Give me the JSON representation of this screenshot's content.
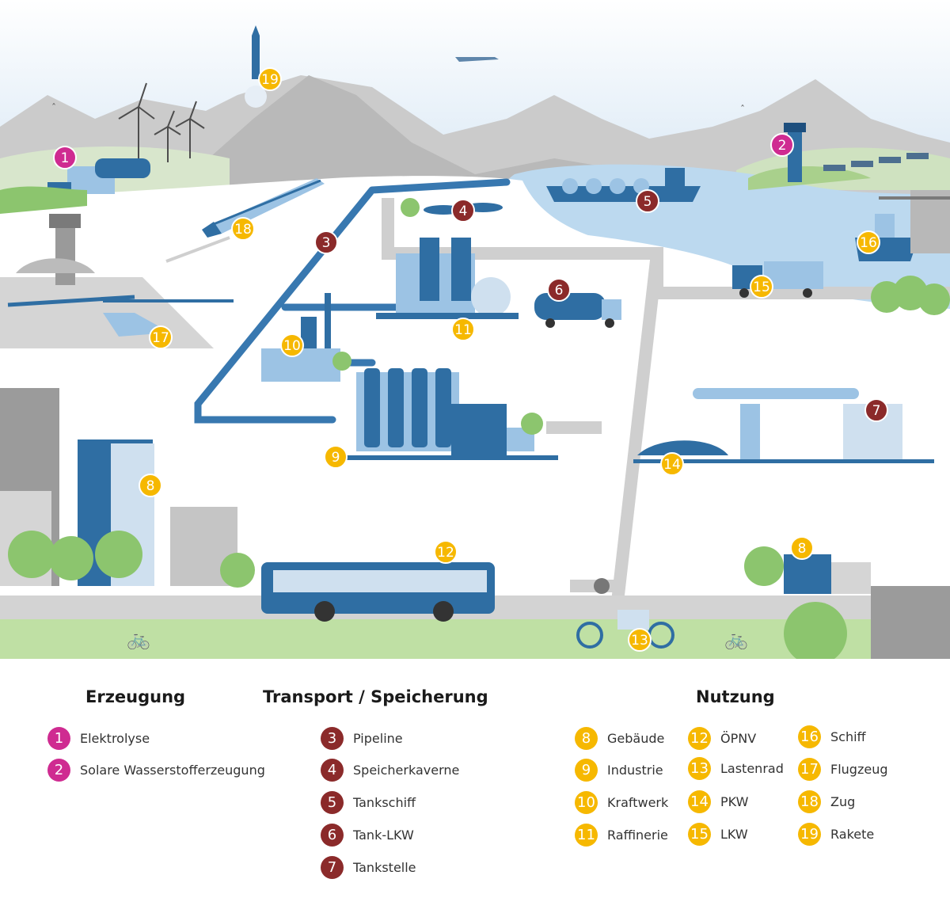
{
  "colors": {
    "erzeugung": "#cf2b91",
    "transport": "#8b2a2a",
    "nutzung": "#f6b800",
    "infrastructure_blue": "#2f6ea3",
    "light_blue": "#9cc3e4",
    "sky": "#dbe9f6",
    "mountain": "#c9c9c9",
    "tree_green": "#8cc56e",
    "grass": "#bcdba0",
    "road": "#cfcfcf"
  },
  "legend": {
    "erzeugung": {
      "title": "Erzeugung",
      "items": [
        {
          "number": "1",
          "label": "Elektrolyse"
        },
        {
          "number": "2",
          "label": "Solare Wasserstofferzeugung"
        }
      ]
    },
    "transport": {
      "title": "Transport / Speicherung",
      "items": [
        {
          "number": "3",
          "label": "Pipeline"
        },
        {
          "number": "4",
          "label": "Speicherkaverne"
        },
        {
          "number": "5",
          "label": "Tankschiff"
        },
        {
          "number": "6",
          "label": "Tank-LKW"
        },
        {
          "number": "7",
          "label": "Tankstelle"
        }
      ]
    },
    "nutzung": {
      "title": "Nutzung",
      "items": [
        {
          "number": "8",
          "label": "Gebäude"
        },
        {
          "number": "9",
          "label": "Industrie"
        },
        {
          "number": "10",
          "label": "Kraftwerk"
        },
        {
          "number": "11",
          "label": "Raffinerie"
        },
        {
          "number": "12",
          "label": "ÖPNV"
        },
        {
          "number": "13",
          "label": "Lastenrad"
        },
        {
          "number": "14",
          "label": "PKW"
        },
        {
          "number": "15",
          "label": "LKW"
        },
        {
          "number": "16",
          "label": "Schiff"
        },
        {
          "number": "17",
          "label": "Flugzeug"
        },
        {
          "number": "18",
          "label": "Zug"
        },
        {
          "number": "19",
          "label": "Rakete"
        }
      ]
    }
  },
  "scene_markers": [
    {
      "number": "1",
      "group": "erzeugung"
    },
    {
      "number": "2",
      "group": "erzeugung"
    },
    {
      "number": "3",
      "group": "transport"
    },
    {
      "number": "4",
      "group": "transport"
    },
    {
      "number": "5",
      "group": "transport"
    },
    {
      "number": "6",
      "group": "transport"
    },
    {
      "number": "7",
      "group": "transport"
    },
    {
      "number": "8",
      "group": "nutzung"
    },
    {
      "number": "8",
      "group": "nutzung"
    },
    {
      "number": "9",
      "group": "nutzung"
    },
    {
      "number": "10",
      "group": "nutzung"
    },
    {
      "number": "11",
      "group": "nutzung"
    },
    {
      "number": "12",
      "group": "nutzung"
    },
    {
      "number": "13",
      "group": "nutzung"
    },
    {
      "number": "14",
      "group": "nutzung"
    },
    {
      "number": "15",
      "group": "nutzung"
    },
    {
      "number": "16",
      "group": "nutzung"
    },
    {
      "number": "17",
      "group": "nutzung"
    },
    {
      "number": "18",
      "group": "nutzung"
    },
    {
      "number": "19",
      "group": "nutzung"
    }
  ]
}
